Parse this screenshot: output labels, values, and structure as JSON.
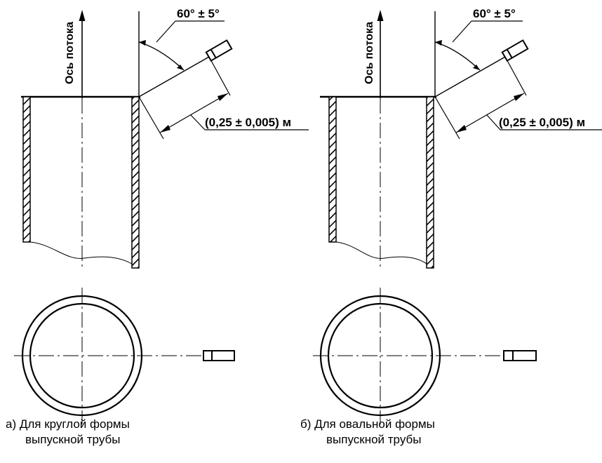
{
  "diagrams": [
    {
      "id": "a",
      "flow_axis_label": "Ось потока",
      "angle_label": "60° ± 5°",
      "distance_label": "(0,25 ± 0,005) м",
      "caption_line1": "а) Для круглой формы",
      "caption_line2": "выпускной трубы"
    },
    {
      "id": "b",
      "flow_axis_label": "Ось потока",
      "angle_label": "60° ± 5°",
      "distance_label": "(0,25 ± 0,005) м",
      "caption_line1": "б) Для овальной формы",
      "caption_line2": "выпускной трубы"
    }
  ]
}
